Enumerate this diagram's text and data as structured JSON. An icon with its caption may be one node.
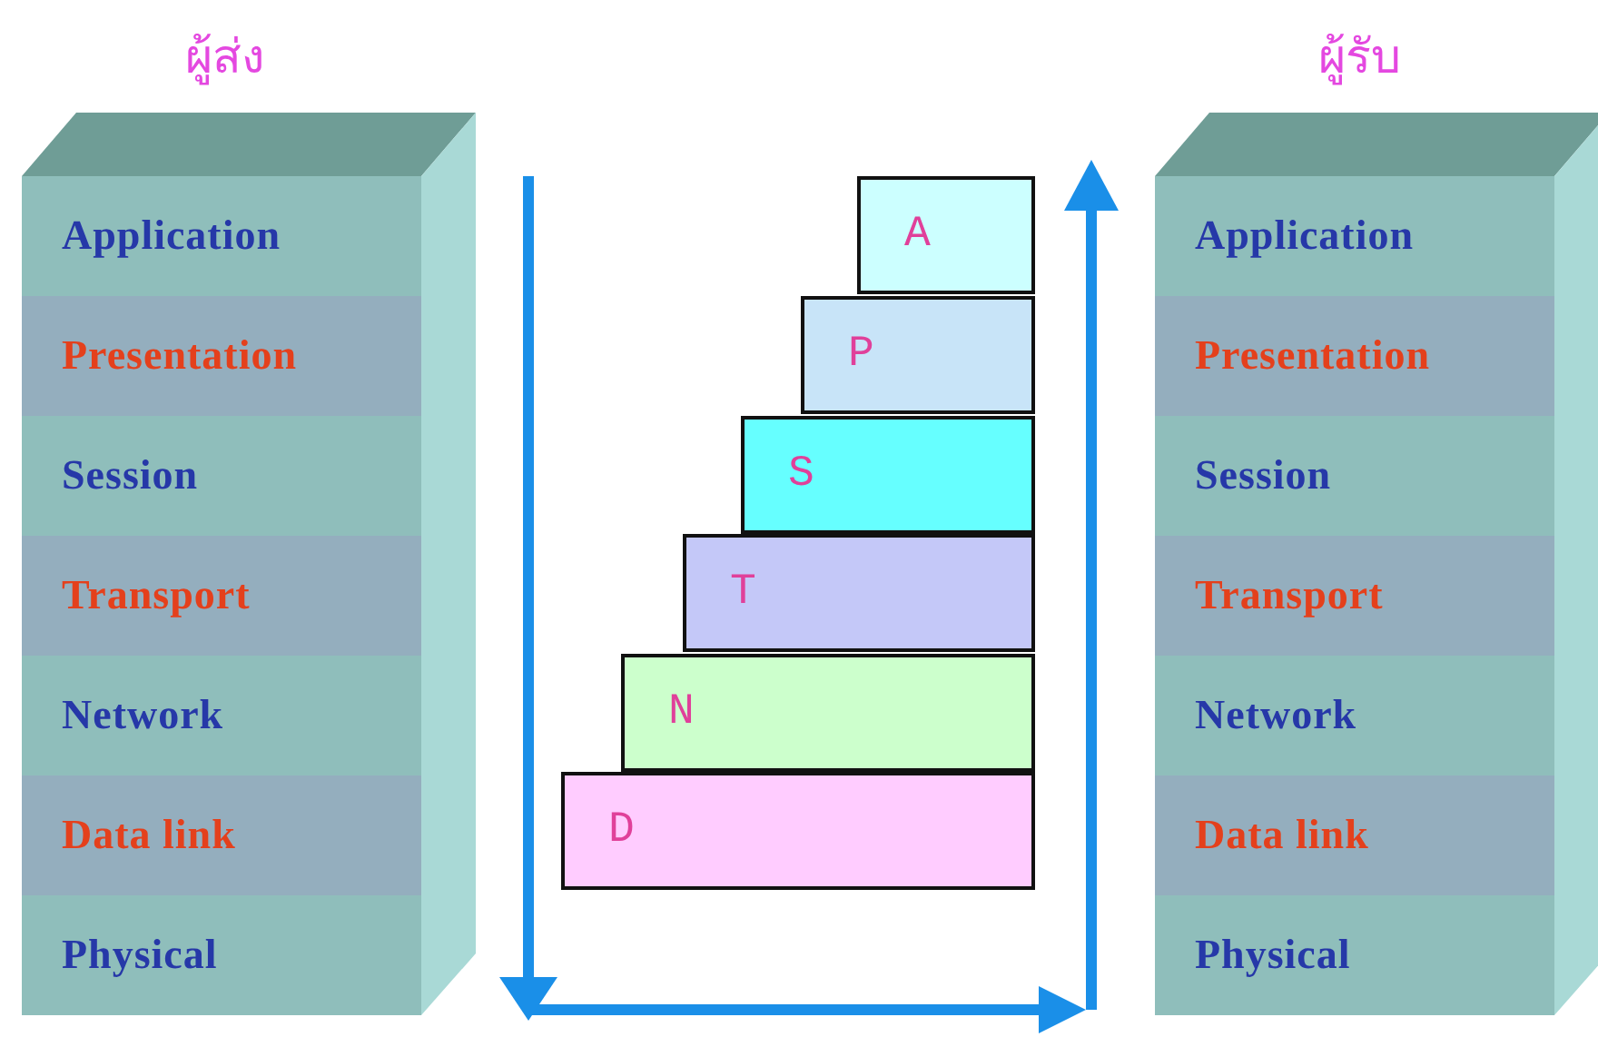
{
  "diagram": {
    "nodes": [
      {
        "text": [
          "ผู้ส่ง"
        ]
      },
      {
        "text": [
          "Application"
        ],
        "in": 0
      },
      {
        "text": [
          "Presentation"
        ],
        "in": 0
      },
      {
        "text": [
          "Session"
        ],
        "in": 0
      },
      {
        "text": [
          "Transport"
        ],
        "in": 0
      },
      {
        "text": [
          "Network"
        ],
        "in": 0
      },
      {
        "text": [
          "Data link"
        ],
        "in": 0
      },
      {
        "text": [
          "Physical"
        ],
        "in": 0
      },
      {
        "text": [
          "ผู้รับ"
        ]
      },
      {
        "text": [
          "Application"
        ],
        "in": 8
      },
      {
        "text": [
          "Presentation"
        ],
        "in": 8
      },
      {
        "text": [
          "Session"
        ],
        "in": 8
      },
      {
        "text": [
          "Transport"
        ],
        "in": 8
      },
      {
        "text": [
          "Network"
        ],
        "in": 8
      },
      {
        "text": [
          "Data link"
        ],
        "in": 8
      },
      {
        "text": [
          "Physical"
        ],
        "in": 8
      },
      {
        "text": [
          "A"
        ]
      },
      {
        "text": [
          "P"
        ]
      },
      {
        "text": [
          "S"
        ]
      },
      {
        "text": [
          "T"
        ]
      },
      {
        "text": [
          "N"
        ]
      },
      {
        "text": [
          "D"
        ]
      }
    ]
  }
}
